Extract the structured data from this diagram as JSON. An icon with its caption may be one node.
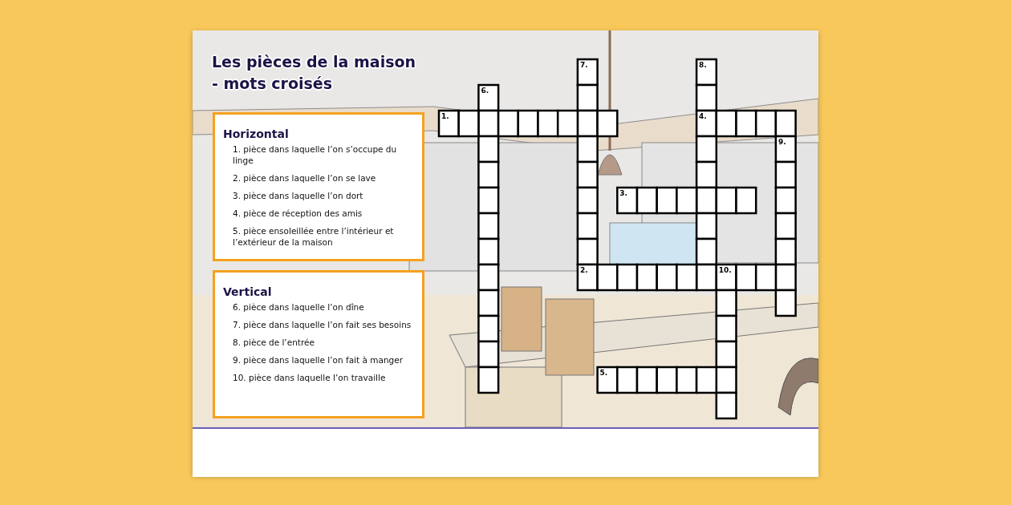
{
  "diagram": {
    "title": "Les pièces de la maison - mots croisés",
    "nodes": [
      {
        "text": [
          "Horizontal",
          "1. pièce dans laquelle l’on s’occupe du linge",
          "2. pièce dans laquelle l’on se lave",
          "3. pièce dans laquelle l’on dort",
          "4. pièce de réception des amis",
          "5. pièce ensoleillée entre l’intérieur et l’extérieur de la maison"
        ]
      },
      {
        "text": [
          "Vertical",
          "6. pièce dans laquelle l’on dîne",
          "7. pièce dans laquelle l’on fait ses besoins",
          "8. pièce de l’entrée",
          "9. pièce dans laquelle l’on fait à manger",
          "10. pièce dans laquelle l’on travaille"
        ]
      }
    ],
    "labels": [
      "7.",
      "8.",
      "6.",
      "1.",
      "4.",
      "9.",
      "3.",
      "2.",
      "10.",
      "5."
    ]
  }
}
